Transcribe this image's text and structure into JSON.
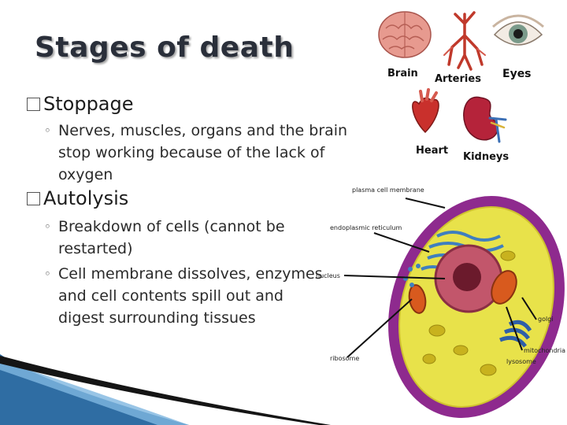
{
  "slide": {
    "title": "Stages of death",
    "bullets": [
      {
        "heading": "Stoppage",
        "sub": [
          "Nerves, muscles, organs and the brain stop working because of the lack of oxygen"
        ]
      },
      {
        "heading": "Autolysis",
        "sub": [
          "Breakdown of cells (cannot be restarted)",
          "Cell membrane dissolves, enzymes and cell contents spill out and digest surrounding tissues"
        ]
      }
    ]
  },
  "organs_figure": {
    "labels": {
      "brain": "Brain",
      "arteries": "Arteries",
      "eyes": "Eyes",
      "heart": "Heart",
      "kidneys": "Kidneys"
    }
  },
  "cell_figure": {
    "labels": {
      "plasma_membrane": "plasma cell membrane",
      "er": "endoplasmic reticulum",
      "nucleus": "nucleus",
      "ribosome": "ribosome",
      "golgi": "golgi",
      "mitochondria": "mitochondria",
      "lysosome": "lysosome"
    }
  },
  "icons": {
    "bullet_level1": "square-box-icon",
    "bullet_level2": "ring-bullet-icon"
  }
}
